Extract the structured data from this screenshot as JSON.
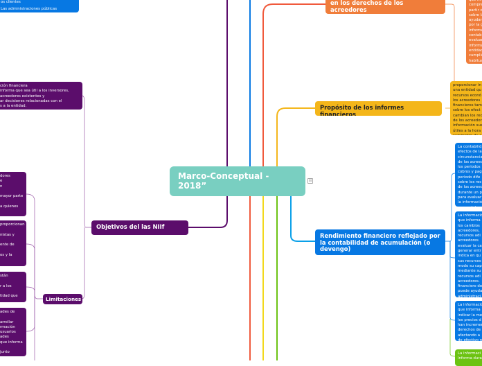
{
  "root": {
    "title": "Marco-Conceptual - 2018”"
  },
  "left": {
    "top_blue": [
      "os clientes",
      "Las administraciones públicas"
    ],
    "purple_top": "ción financiera\ninforma que sea útil a los inversores,\nacreedores existentes y\nar decisiones relacionadas con el\ns a la entidad.",
    "objetivos": "Objetivos del las NIIf",
    "limitaciones": "Limitaciones",
    "lim_1": "dores\ne\nn\n\nmayor parte\n\na quienes",
    "lim_2": "proporcionan\n\nnistas y\n\nente de\n\nos y la",
    "lim_3": "stán\n\nr a los\n\ntidad que",
    "lim_4": "ades de\n\narrollar\nrmación\nusuarios\nades\nque informa\n\njunto"
  },
  "right": {
    "derechos": "en los derechos de los acreedores",
    "derechos_detail": "que informa\ncompren\npartir d\nsobre la\nayudar a\npor la g\ninforma\ncontabi\nevaluar\ninforma\nentidad\ncumplie\nhabitua\nrecurso",
    "proposito": "Propósito de los informes financieros",
    "proposito_detail": "proporcionar in\nuna entidad qu\nrecursos econó\nlos acreedores\nfinancieros tam\nsobre los efect\ncambian los rec\nde los acreedor\ninformación sue\nútiles a la hora\nsuministro de r",
    "rendimiento": "Rendimiento financiero reflejado por la contabilidad de acumulación (o devengo)",
    "rend_1": "La contabilidad\nefectos de la\ncircunstancia\nde los acreed\nlos periodos\ncobros y pag\nperiodo dife\nsobre los rec\nde los acreed\ndurante un p\npara evaluar\nla informació\npagos del pe",
    "rend_2": "La informació\nque informa\nlos cambios\nacreedores,\nrecursos adi\nacreedores\nevaluar la ca\ngenerar entr\nindica en qu\nsus recursos\nmodo su cap\nmediante su\nrecursos adi\nacreedores.\nfinanciero de\npuede ayuda\nadministraci\nentidad.",
    "rend_3": "La informació\nque informa\nindicar la me\nlos precios d\nhan incremen\nderechos de\nafectando a\nde efectivo n",
    "rend_4": "La informaci\nlnforma dura"
  },
  "colors": {
    "root": "#79cfc1",
    "purple": "#5b0d6b",
    "blue": "#0778e3",
    "orange": "#f07d3a",
    "orange2": "#f09a11",
    "amber": "#f4b61a",
    "green": "#6cc312",
    "red_line": "#f05a3c",
    "yellow_line": "#f2d81c"
  }
}
